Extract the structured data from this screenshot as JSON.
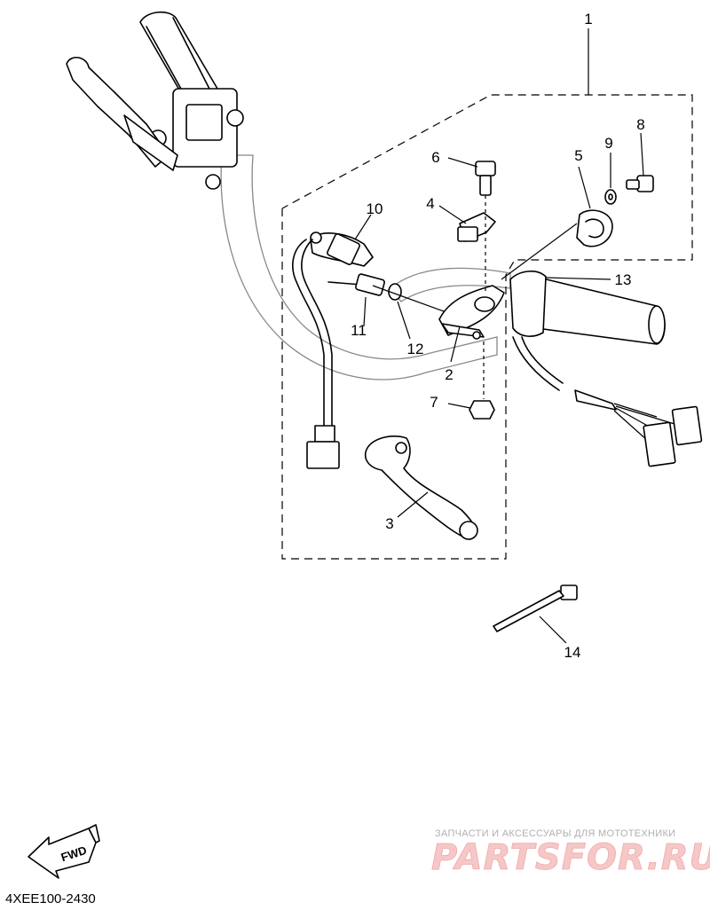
{
  "diagram": {
    "callouts": [
      "1",
      "2",
      "3",
      "4",
      "5",
      "6",
      "7",
      "8",
      "9",
      "10",
      "11",
      "12",
      "13",
      "14"
    ],
    "fwd_label": "FWD",
    "drawing_code": "4XEE100-2430"
  },
  "watermark": {
    "tagline": "ЗАПЧАСТИ И АКСЕССУАРЫ ДЛЯ МОТОТЕХНИКИ",
    "brand": "PARTSFOR.RU"
  },
  "icons": [
    "fwd-arrow-icon"
  ]
}
